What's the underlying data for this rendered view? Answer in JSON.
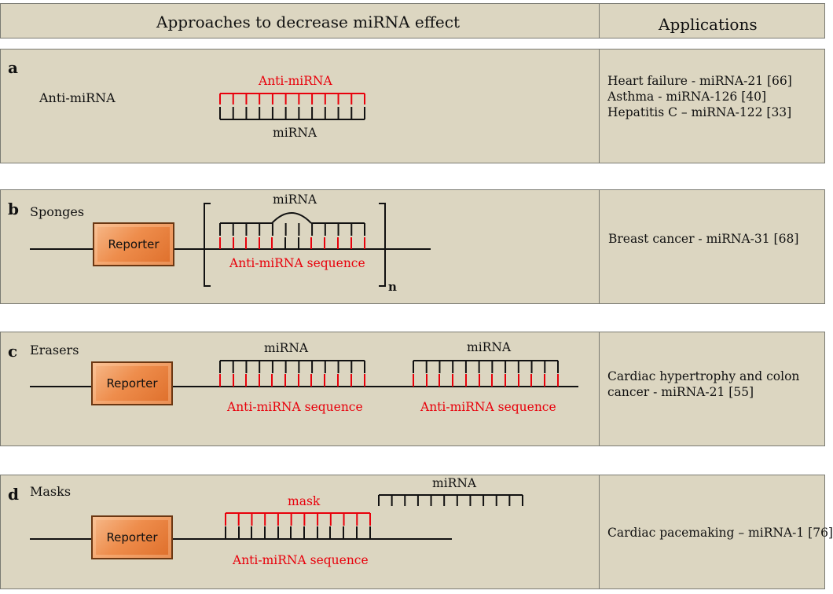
{
  "header": {
    "approaches": "Approaches to decrease miRNA effect",
    "applications": "Applications"
  },
  "panels": [
    {
      "letter": "a",
      "name": "Anti-miRNA",
      "top_label": "Anti-miRNA",
      "bottom_label": "miRNA",
      "applications": [
        "Heart failure - miRNA-21 [66]",
        "Asthma - miRNA-126 [40]",
        "Hepatitis C – miRNA-122 [33]"
      ]
    },
    {
      "letter": "b",
      "name": "Sponges",
      "reporter": "Reporter",
      "top_label": "miRNA",
      "bottom_label": "Anti-miRNA sequence",
      "subscript": "n",
      "applications": [
        "Breast cancer - miRNA-31 [68]"
      ]
    },
    {
      "letter": "c",
      "name": "Erasers",
      "reporter": "Reporter",
      "top_label_1": "miRNA",
      "bottom_label_1": "Anti-miRNA sequence",
      "top_label_2": "miRNA",
      "bottom_label_2": "Anti-miRNA sequence",
      "applications": [
        "Cardiac hypertrophy and colon",
        "cancer - miRNA-21 [55]"
      ]
    },
    {
      "letter": "d",
      "name": "Masks",
      "reporter": "Reporter",
      "mask_label": "mask",
      "mirna_label": "miRNA",
      "bottom_label": "Anti-miRNA sequence",
      "applications": [
        "Cardiac pacemaking – miRNA-1 [76]"
      ]
    }
  ],
  "colors": {
    "panel_bg": "#dcd6c1",
    "red": "#e8000b",
    "reporter": "#ee8d4c",
    "line": "#111111"
  }
}
